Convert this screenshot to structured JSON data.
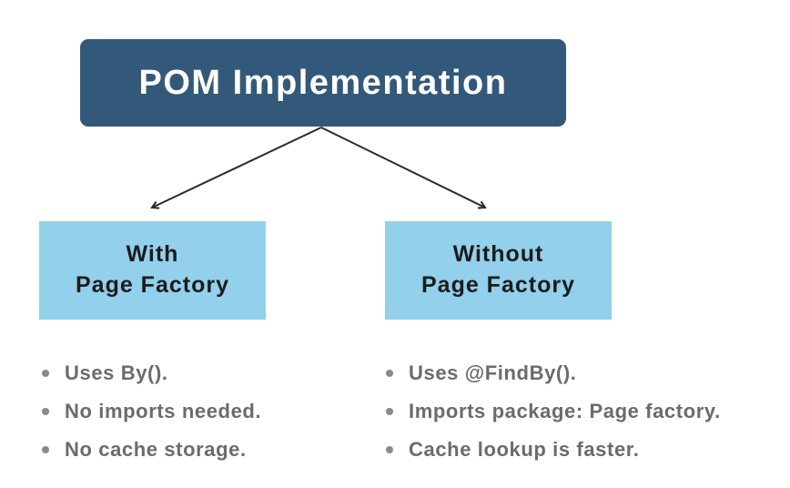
{
  "diagram": {
    "root": {
      "label": "POM Implementation"
    },
    "branches": [
      {
        "label": "With\nPage Factory",
        "bullets": [
          "Uses By().",
          "No imports needed.",
          "No cache storage."
        ]
      },
      {
        "label": "Without\nPage Factory",
        "bullets": [
          "Uses @FindBy().",
          "Imports package: Page factory.",
          "Cache lookup is faster."
        ]
      }
    ],
    "colors": {
      "root_bg": "#33597a",
      "root_text": "#ffffff",
      "branch_bg": "#92d0ec",
      "branch_text": "#1c1c1c",
      "bullet_text": "#6b6b6b",
      "arrow": "#2a2a2a",
      "background": "#ffffff"
    }
  }
}
